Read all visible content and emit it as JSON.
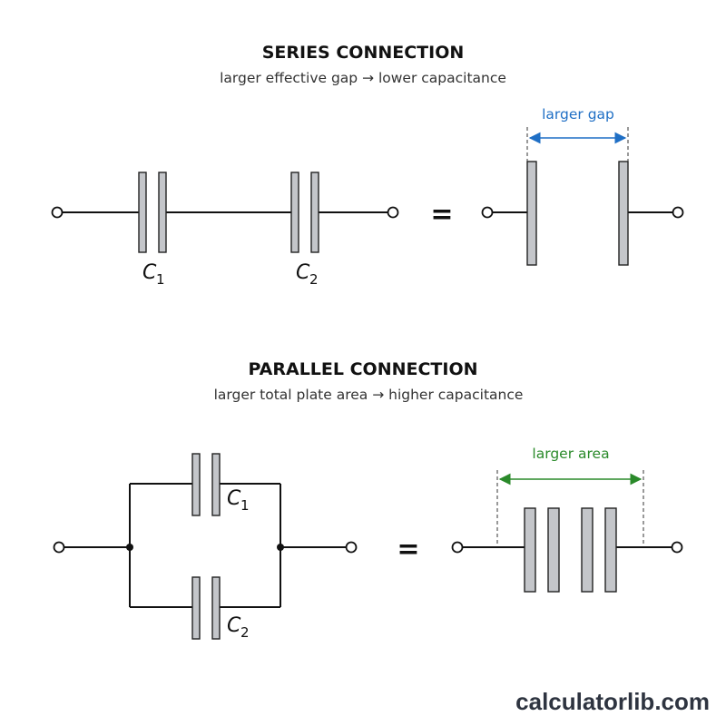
{
  "series": {
    "title": "SERIES CONNECTION",
    "subtitle": "larger effective gap → lower capacitance",
    "c1_letter": "C",
    "c1_sub": "1",
    "c2_letter": "C",
    "c2_sub": "2",
    "equals": "=",
    "dimension_label": "larger gap",
    "dimension_color": "#1f6fc5"
  },
  "parallel": {
    "title": "PARALLEL CONNECTION",
    "subtitle": "larger total plate area → higher capacitance",
    "c1_letter": "C",
    "c1_sub": "1",
    "c2_letter": "C",
    "c2_sub": "2",
    "equals": "=",
    "dimension_label": "larger area",
    "dimension_color": "#2a8a2a"
  },
  "brand": "calculatorlib.com",
  "colors": {
    "plate_fill": "#c4c6ca",
    "wire": "#111111",
    "brand": "#2e3440"
  }
}
